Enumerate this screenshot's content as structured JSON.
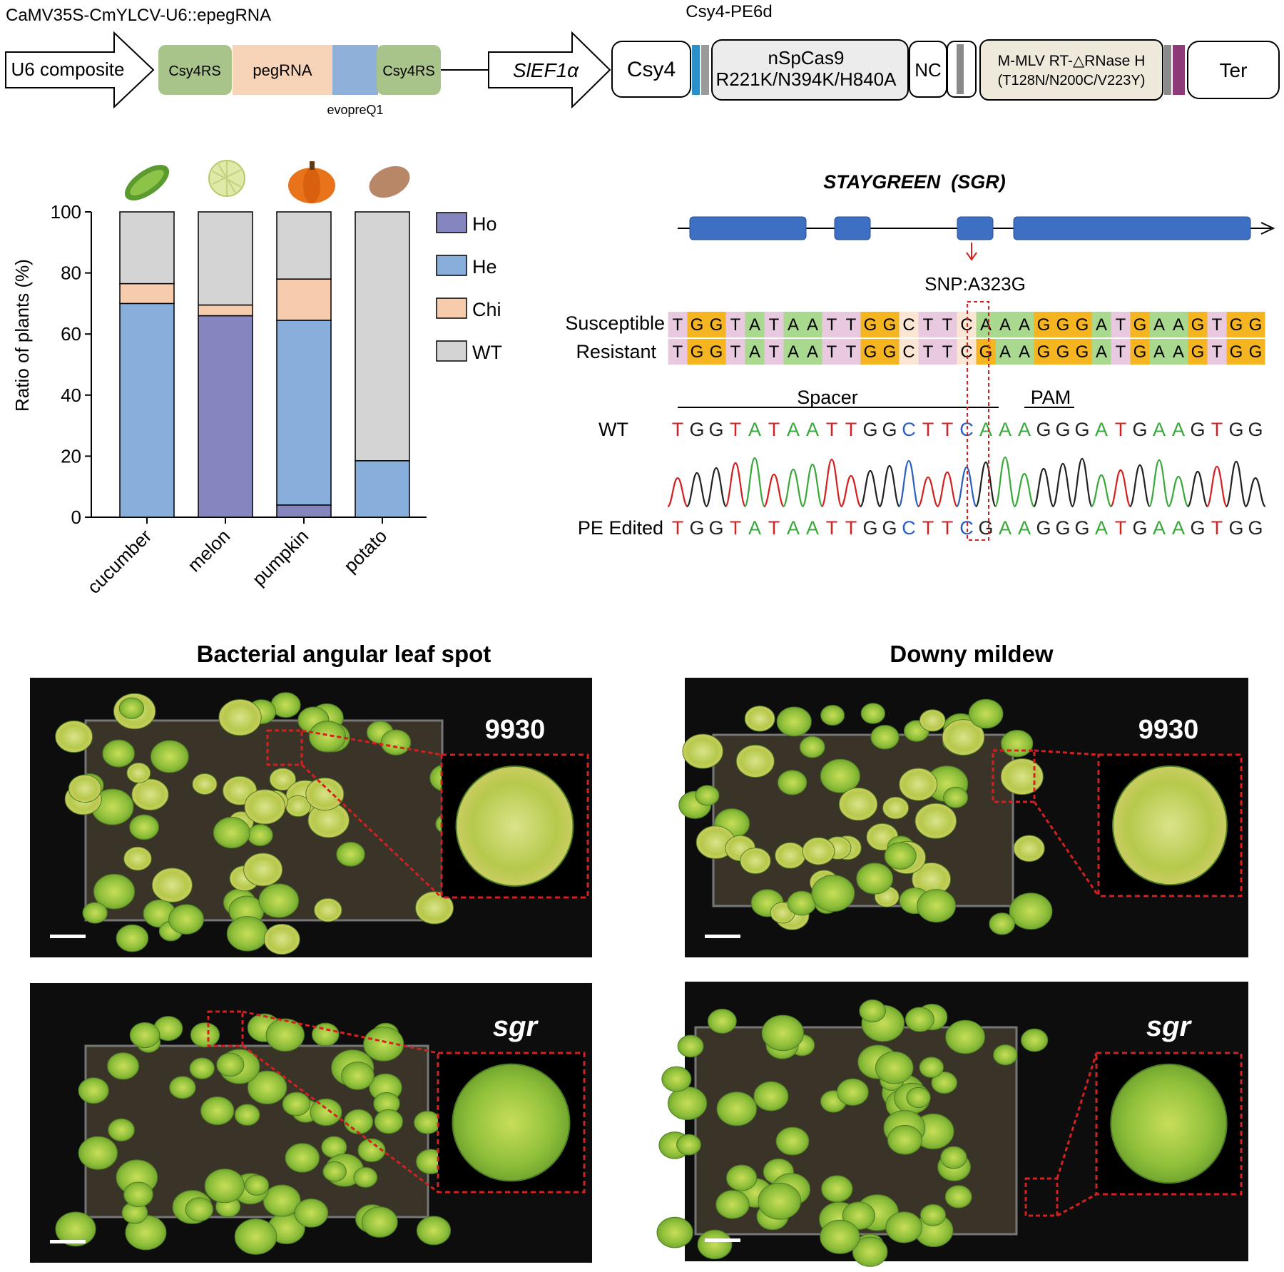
{
  "construct": {
    "left_title": "CaMV35S-CmYLCV-U6::epegRNA",
    "right_title": "Csy4-PE6d",
    "u6_label": "U6 composite",
    "csy4rs_1": "Csy4RS",
    "pegrna": "pegRNA",
    "csy4rs_2": "Csy4RS",
    "evopreq1": "evopreQ1",
    "promoter": "SlEF1α",
    "csy4": "Csy4",
    "cas9_line1": "nSpCas9",
    "cas9_line2": "R221K/N394K/H840A",
    "nc": "NC",
    "rt_line1": "M-MLV RT-△RNase H",
    "rt_line2": "(T128N/N200C/V223Y)",
    "ter": "Ter",
    "colors": {
      "green": "#a9c48a",
      "peach": "#f7d3b7",
      "blue": "#8fb0d8",
      "grey": "#ececec"
    }
  },
  "chart_data": {
    "type": "bar",
    "stacked": true,
    "categories": [
      "cucumber",
      "melon",
      "pumpkin",
      "potato"
    ],
    "ylabel": "Ratio of plants (%)",
    "ylim": [
      0,
      100
    ],
    "yticks": [
      "0",
      "20",
      "40",
      "60",
      "80",
      "100"
    ],
    "series": [
      {
        "name": "Ho",
        "color": "#8585c0",
        "values": [
          0,
          66,
          4,
          0
        ]
      },
      {
        "name": "He",
        "color": "#88aedb",
        "values": [
          70,
          0,
          60.5,
          18.5
        ]
      },
      {
        "name": "Chi",
        "color": "#f7ccad",
        "values": [
          6.5,
          3.5,
          13.5,
          0
        ]
      },
      {
        "name": "WT",
        "color": "#d4d4d4",
        "values": [
          23.5,
          30.5,
          22,
          81.5
        ]
      }
    ],
    "legend": "right",
    "grid": false
  },
  "gene": {
    "title": "STAYGREEN  (SGR)",
    "snp": "SNP:A323G",
    "susceptible_label": "Susceptible",
    "resistant_label": "Resistant",
    "susceptible_seq": "TGGTATAATTGGCTTCAAAGGGATGAAGTGG",
    "resistant_seq": "TGGTATAATTGGCTTCGAAGGGATGAAGTGG",
    "spacer_label": "Spacer",
    "pam_label": "PAM",
    "wt_label": "WT",
    "wt_seq": "TGGTATAATTGGCTTCAAAGGGATGAAGTGG",
    "edited_label": "PE Edited",
    "edited_seq": "TGGTATAATTGGCTTCGAAGGGATGAAGTGG"
  },
  "panels": {
    "left_title": "Bacterial angular leaf spot",
    "right_title": "Downy mildew",
    "tl_label": "9930",
    "tr_label": "9930",
    "bl_label": "sgr",
    "br_label": "sgr"
  }
}
